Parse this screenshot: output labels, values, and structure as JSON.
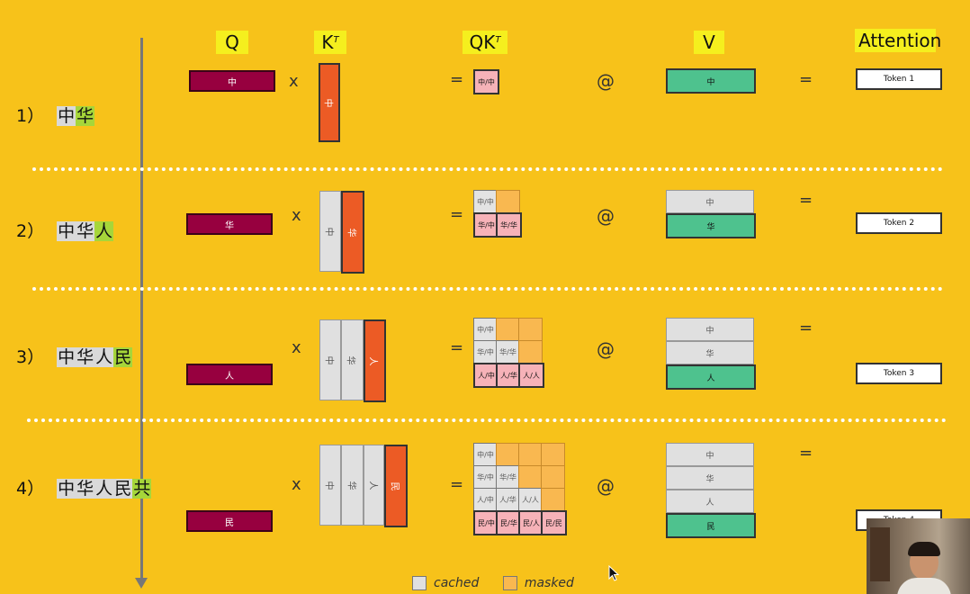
{
  "headers": {
    "q": "Q",
    "k": "K",
    "k_sup": "T",
    "qk": "QK",
    "qk_sup": "T",
    "v": "V",
    "attention": "Attention"
  },
  "operators": {
    "times": "x",
    "equals": "=",
    "matmul": "@"
  },
  "rows": [
    {
      "number": "1）",
      "tokens": [
        "中",
        "华"
      ],
      "q": "中",
      "k_cols": [
        "中"
      ],
      "qk": [
        [
          "中/中"
        ]
      ],
      "v": [
        "中"
      ],
      "output": "Token 1"
    },
    {
      "number": "2）",
      "tokens": [
        "中",
        "华",
        "人"
      ],
      "q": "华",
      "k_cols": [
        "中",
        "华"
      ],
      "qk": [
        [
          "中/中",
          ""
        ],
        [
          "华/中",
          "华/华"
        ]
      ],
      "v": [
        "中",
        "华"
      ],
      "output": "Token 2"
    },
    {
      "number": "3）",
      "tokens": [
        "中",
        "华",
        "人",
        "民"
      ],
      "q": "人",
      "k_cols": [
        "中",
        "华",
        "人"
      ],
      "qk": [
        [
          "中/中",
          "",
          ""
        ],
        [
          "华/中",
          "华/华",
          ""
        ],
        [
          "人/中",
          "人/华",
          "人/人"
        ]
      ],
      "v": [
        "中",
        "华",
        "人"
      ],
      "output": "Token 3"
    },
    {
      "number": "4）",
      "tokens": [
        "中",
        "华",
        "人",
        "民",
        "共"
      ],
      "q": "民",
      "k_cols": [
        "中",
        "华",
        "人",
        "民"
      ],
      "qk": [
        [
          "中/中",
          "",
          "",
          ""
        ],
        [
          "华/中",
          "华/华",
          "",
          ""
        ],
        [
          "人/中",
          "人/华",
          "人/人",
          ""
        ],
        [
          "民/中",
          "民/华",
          "民/人",
          "民/民"
        ]
      ],
      "v": [
        "中",
        "华",
        "人",
        "民"
      ],
      "output": "Token 4"
    }
  ],
  "legend": {
    "cached": "cached",
    "masked": "masked"
  },
  "colors": {
    "background": "#f7c21a",
    "q": "#97003f",
    "k_active": "#ec5b25",
    "cached": "#e0e0e0",
    "masked": "#f9b850",
    "new_row": "#f6b2b8",
    "v_active": "#4ec28e",
    "header_highlight": "#f5ef1e"
  }
}
